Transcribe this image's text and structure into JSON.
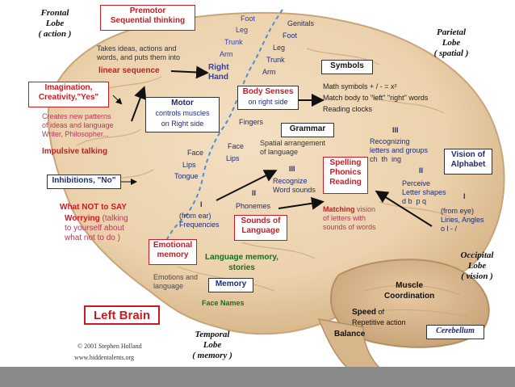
{
  "title": "Left Brain",
  "lobes": {
    "frontal": {
      "name": "Frontal\nLobe",
      "function": "( action )"
    },
    "parietal": {
      "name": "Parietal\nLobe",
      "function": "( spatial )"
    },
    "occipital": {
      "name": "Occipital\nLobe",
      "function": "( vision )"
    },
    "temporal": {
      "name": "Temporal\nLobe",
      "function": "( memory )"
    }
  },
  "premotor": {
    "title": "Premotor\nSequential thinking",
    "desc": "Takes ideas, actions and\nwords, and puts them into",
    "emph": "linear sequence"
  },
  "right_hand": "Right\nHand",
  "body_parts": {
    "foot": "Foot",
    "leg": "Leg",
    "trunk": "Trunk",
    "arm": "Arm",
    "genitals": "Genitals",
    "foot2": "Foot",
    "leg2": "Leg",
    "trunk2": "Trunk",
    "arm2": "Arm"
  },
  "symbols": {
    "title": "Symbols",
    "lines": [
      "Math symbols  + / - = x²",
      "Match body to \"left\" \"right\" words",
      "Reading clocks"
    ]
  },
  "body_senses": {
    "title": "Body Senses",
    "sub": "on right side",
    "fingers": "Fingers"
  },
  "imagination": {
    "title": "Imagination,\nCreativity,\"Yes\"",
    "desc": "Creates new patterns\nof ideas and language\nWriter, Philosopher...",
    "emph": "Impulsive talking"
  },
  "motor": {
    "title": "Motor",
    "desc": "controls muscles\non Right side"
  },
  "grammar": {
    "title": "Grammar",
    "desc": "Spatial arrangement\nof language"
  },
  "recognizing": {
    "numeral": "III",
    "desc": "Recognizing\nletters and groups\nch  th  ing"
  },
  "vision_alphabet": "Vision of\nAlphabet",
  "perceive": {
    "numeral": "II",
    "desc": "Perceive\nLetter shapes\nd b  p q"
  },
  "from_eye": {
    "numeral": "I",
    "desc": "(from eye)\nLines, Angles\no l - /"
  },
  "face_motor": {
    "face": "Face",
    "lips": "Lips",
    "tongue": "Tongue"
  },
  "face_sense": {
    "face": "Face",
    "lips": "Lips"
  },
  "inhibitions": "Inhibitions, \"No\"",
  "what_not": {
    "title": "What NOT to SAY",
    "emph": "Worrying",
    "desc": " (talking\nto yourself about\nwhat not to do )"
  },
  "recognize_words": {
    "numeral": "III",
    "desc": "Recognize\nWord sounds"
  },
  "spelling": "Spelling\nPhonics\nReading",
  "phonemes": {
    "numeral": "II",
    "desc": "Phonemes"
  },
  "from_ear": {
    "numeral": "I",
    "desc": "(from ear)\nFrequencies"
  },
  "sounds_language": "Sounds of\nLanguage",
  "matching": {
    "emph": "Matching",
    "desc": " vision\nof letters with\nsounds of words"
  },
  "emotional_memory": "Emotional\nmemory",
  "emotions_language": "Emotions and\nlanguage",
  "language_memory": "Language memory,\nstories",
  "memory": "Memory",
  "face_names": "Face Names",
  "muscle_coord": "Muscle\nCoordination",
  "speed": {
    "emph": "Speed",
    "desc": " of\nRepetitive action"
  },
  "balance": "Balance",
  "cerebellum": "Cerebellum",
  "copyright": "© 2001 Stephen Holland",
  "website": "www.hiddentalents.org",
  "colors": {
    "brain": "#ecd2ad",
    "brain_shadow": "#d9b88c",
    "red": "#cc1a22",
    "navy": "#1e2c7a",
    "blue": "#2a3fc0",
    "green": "#1c6e1c",
    "sulcus": "#4f8fd0"
  }
}
